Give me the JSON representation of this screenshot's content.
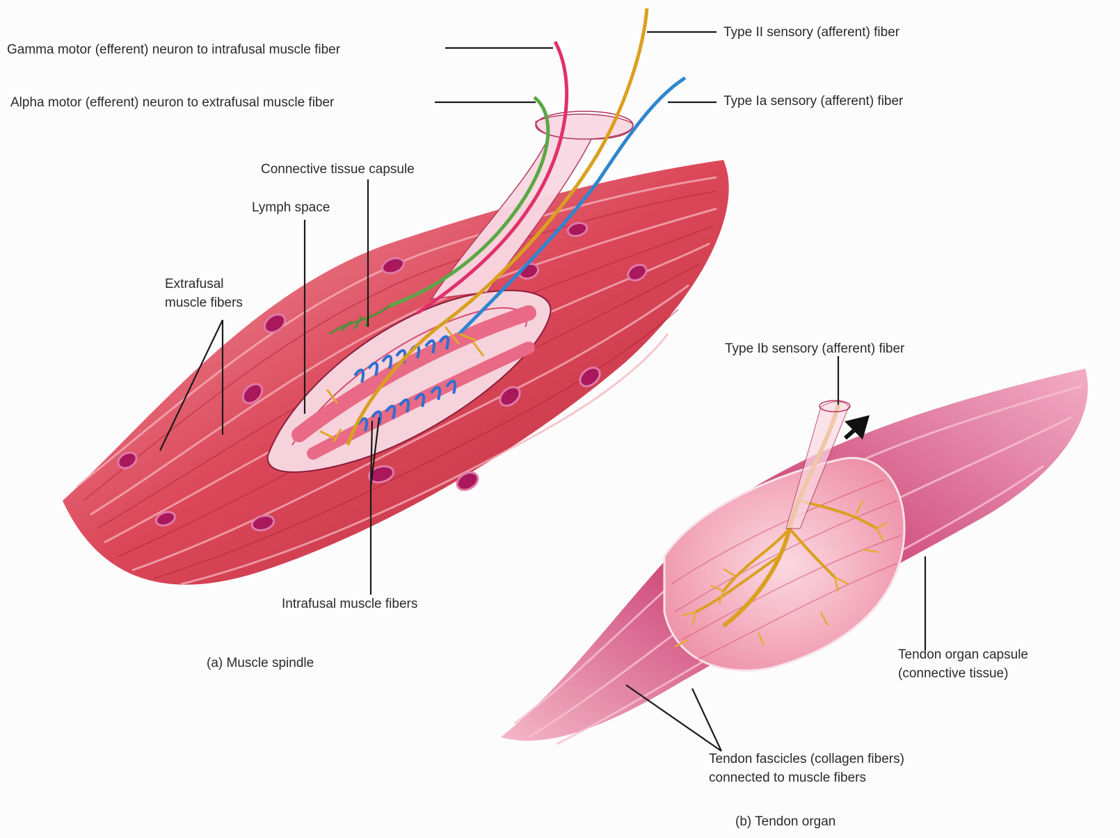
{
  "labels": {
    "gamma_motor": "Gamma motor (efferent) neuron to intrafusal muscle fiber",
    "alpha_motor": "Alpha motor (efferent) neuron to extrafusal muscle fiber",
    "type_ii": "Type II sensory (afferent) fiber",
    "type_ia": "Type Ia sensory (afferent) fiber",
    "connective_capsule": "Connective tissue capsule",
    "lymph_space": "Lymph space",
    "extrafusal": "Extrafusal\nmuscle fibers",
    "intrafusal": "Intrafusal muscle fibers",
    "type_ib": "Type Ib sensory (afferent) fiber",
    "tendon_capsule": "Tendon organ capsule\n(connective tissue)",
    "tendon_fascicles": "Tendon fascicles (collagen fibers)\nconnected to muscle fibers"
  },
  "captions": {
    "a": "(a) Muscle spindle",
    "b": "(b) Tendon organ"
  },
  "colors": {
    "muscle": "#d63a4e",
    "muscle_light": "#f08a98",
    "tendon": "#c4306a",
    "nucleus": "#a8185a",
    "gamma_fiber": "#e0316a",
    "alpha_fiber": "#5aa845",
    "type_ii_fiber": "#d9a020",
    "type_ia_fiber": "#2f86d0",
    "capsule_fill": "#f7c9d6"
  }
}
